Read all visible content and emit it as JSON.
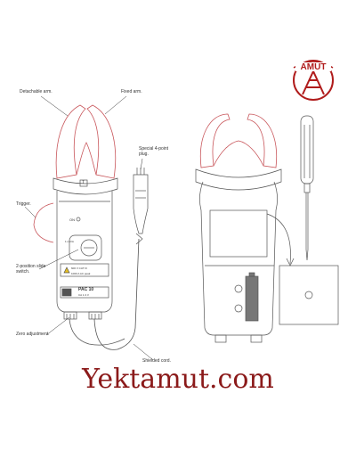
{
  "logo": {
    "text": "AMUT",
    "color": "#b01c1c"
  },
  "labels": {
    "detachable_arm": "Detachable arm.",
    "fixed_arm": "Fixed arm.",
    "special_plug": "Special 4-point plug.",
    "trigger": "Trigger.",
    "slide_switch": "2-position slide switch.",
    "zero_adjustment": "Zero adjustment.",
    "shielded_cord": "Shielded cord."
  },
  "device": {
    "on_label": "ON",
    "switch_label": "1 mV/A",
    "warning_line1": "600 V CAT III",
    "warning_line2": "1000 A AC peak",
    "model_name": "PAC 10",
    "model_sub": "CA 1.3 V",
    "jaw_mark": "T"
  },
  "brand": {
    "text": "Yektamut.com",
    "color": "#8b1a1a"
  },
  "colors": {
    "outline": "#555555",
    "jaw_outline": "#c8555a",
    "accent": "#c8555a"
  }
}
